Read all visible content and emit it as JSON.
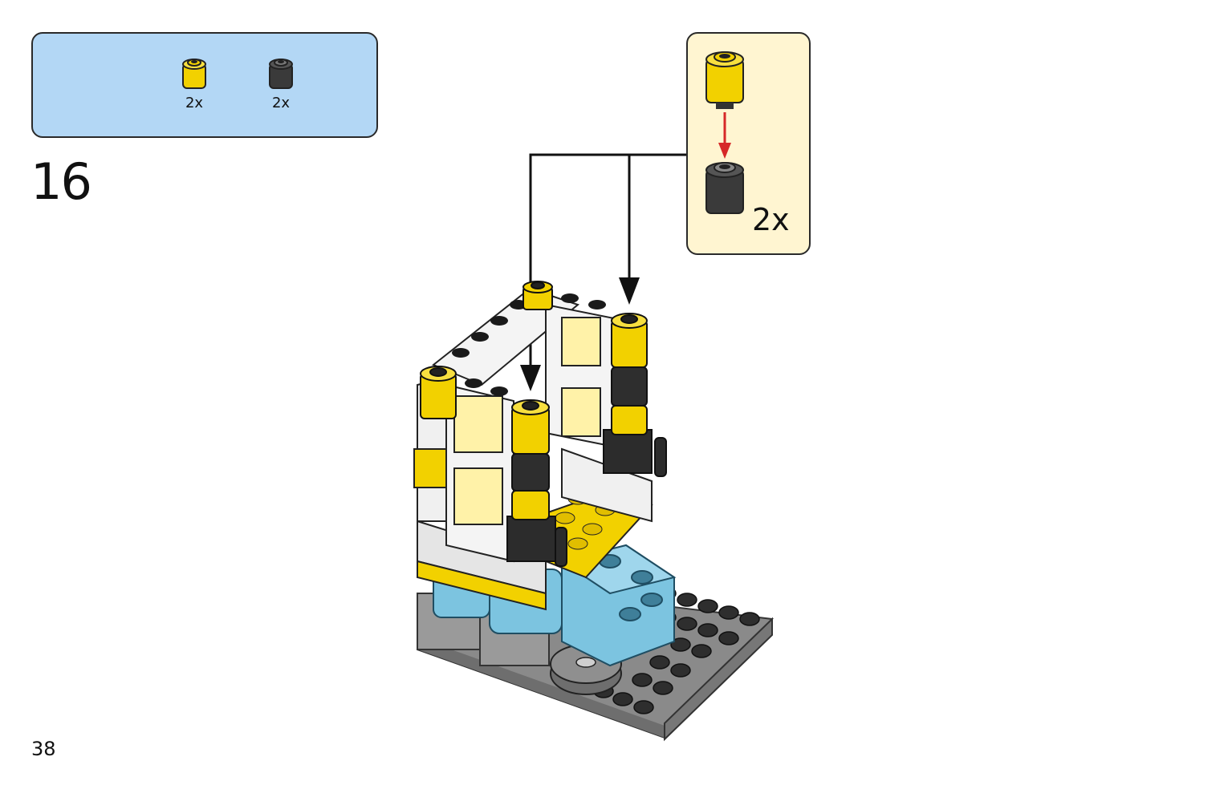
{
  "page": {
    "step_number": "16",
    "page_number": "38"
  },
  "parts_list": [
    {
      "icon": "yellow-round-brick-1x1",
      "color": "#f2d100",
      "qty": "2x"
    },
    {
      "icon": "black-round-brick-1x1",
      "color": "#3a3a3a",
      "qty": "2x"
    }
  ],
  "callout": {
    "qty": "2x",
    "sub_assembly": [
      "yellow-round-brick-1x1",
      "black-round-brick-1x1"
    ]
  },
  "colors": {
    "parts_box_bg": "#b3d7f5",
    "callout_bg": "#fff5d1",
    "brick_yellow": "#f2d100",
    "brick_black": "#3a3a3a",
    "brick_white": "#f0f0f0",
    "brick_light_blue": "#7cc4e0",
    "plate_grey": "#8a8a8a",
    "arrow_red": "#d62828"
  }
}
